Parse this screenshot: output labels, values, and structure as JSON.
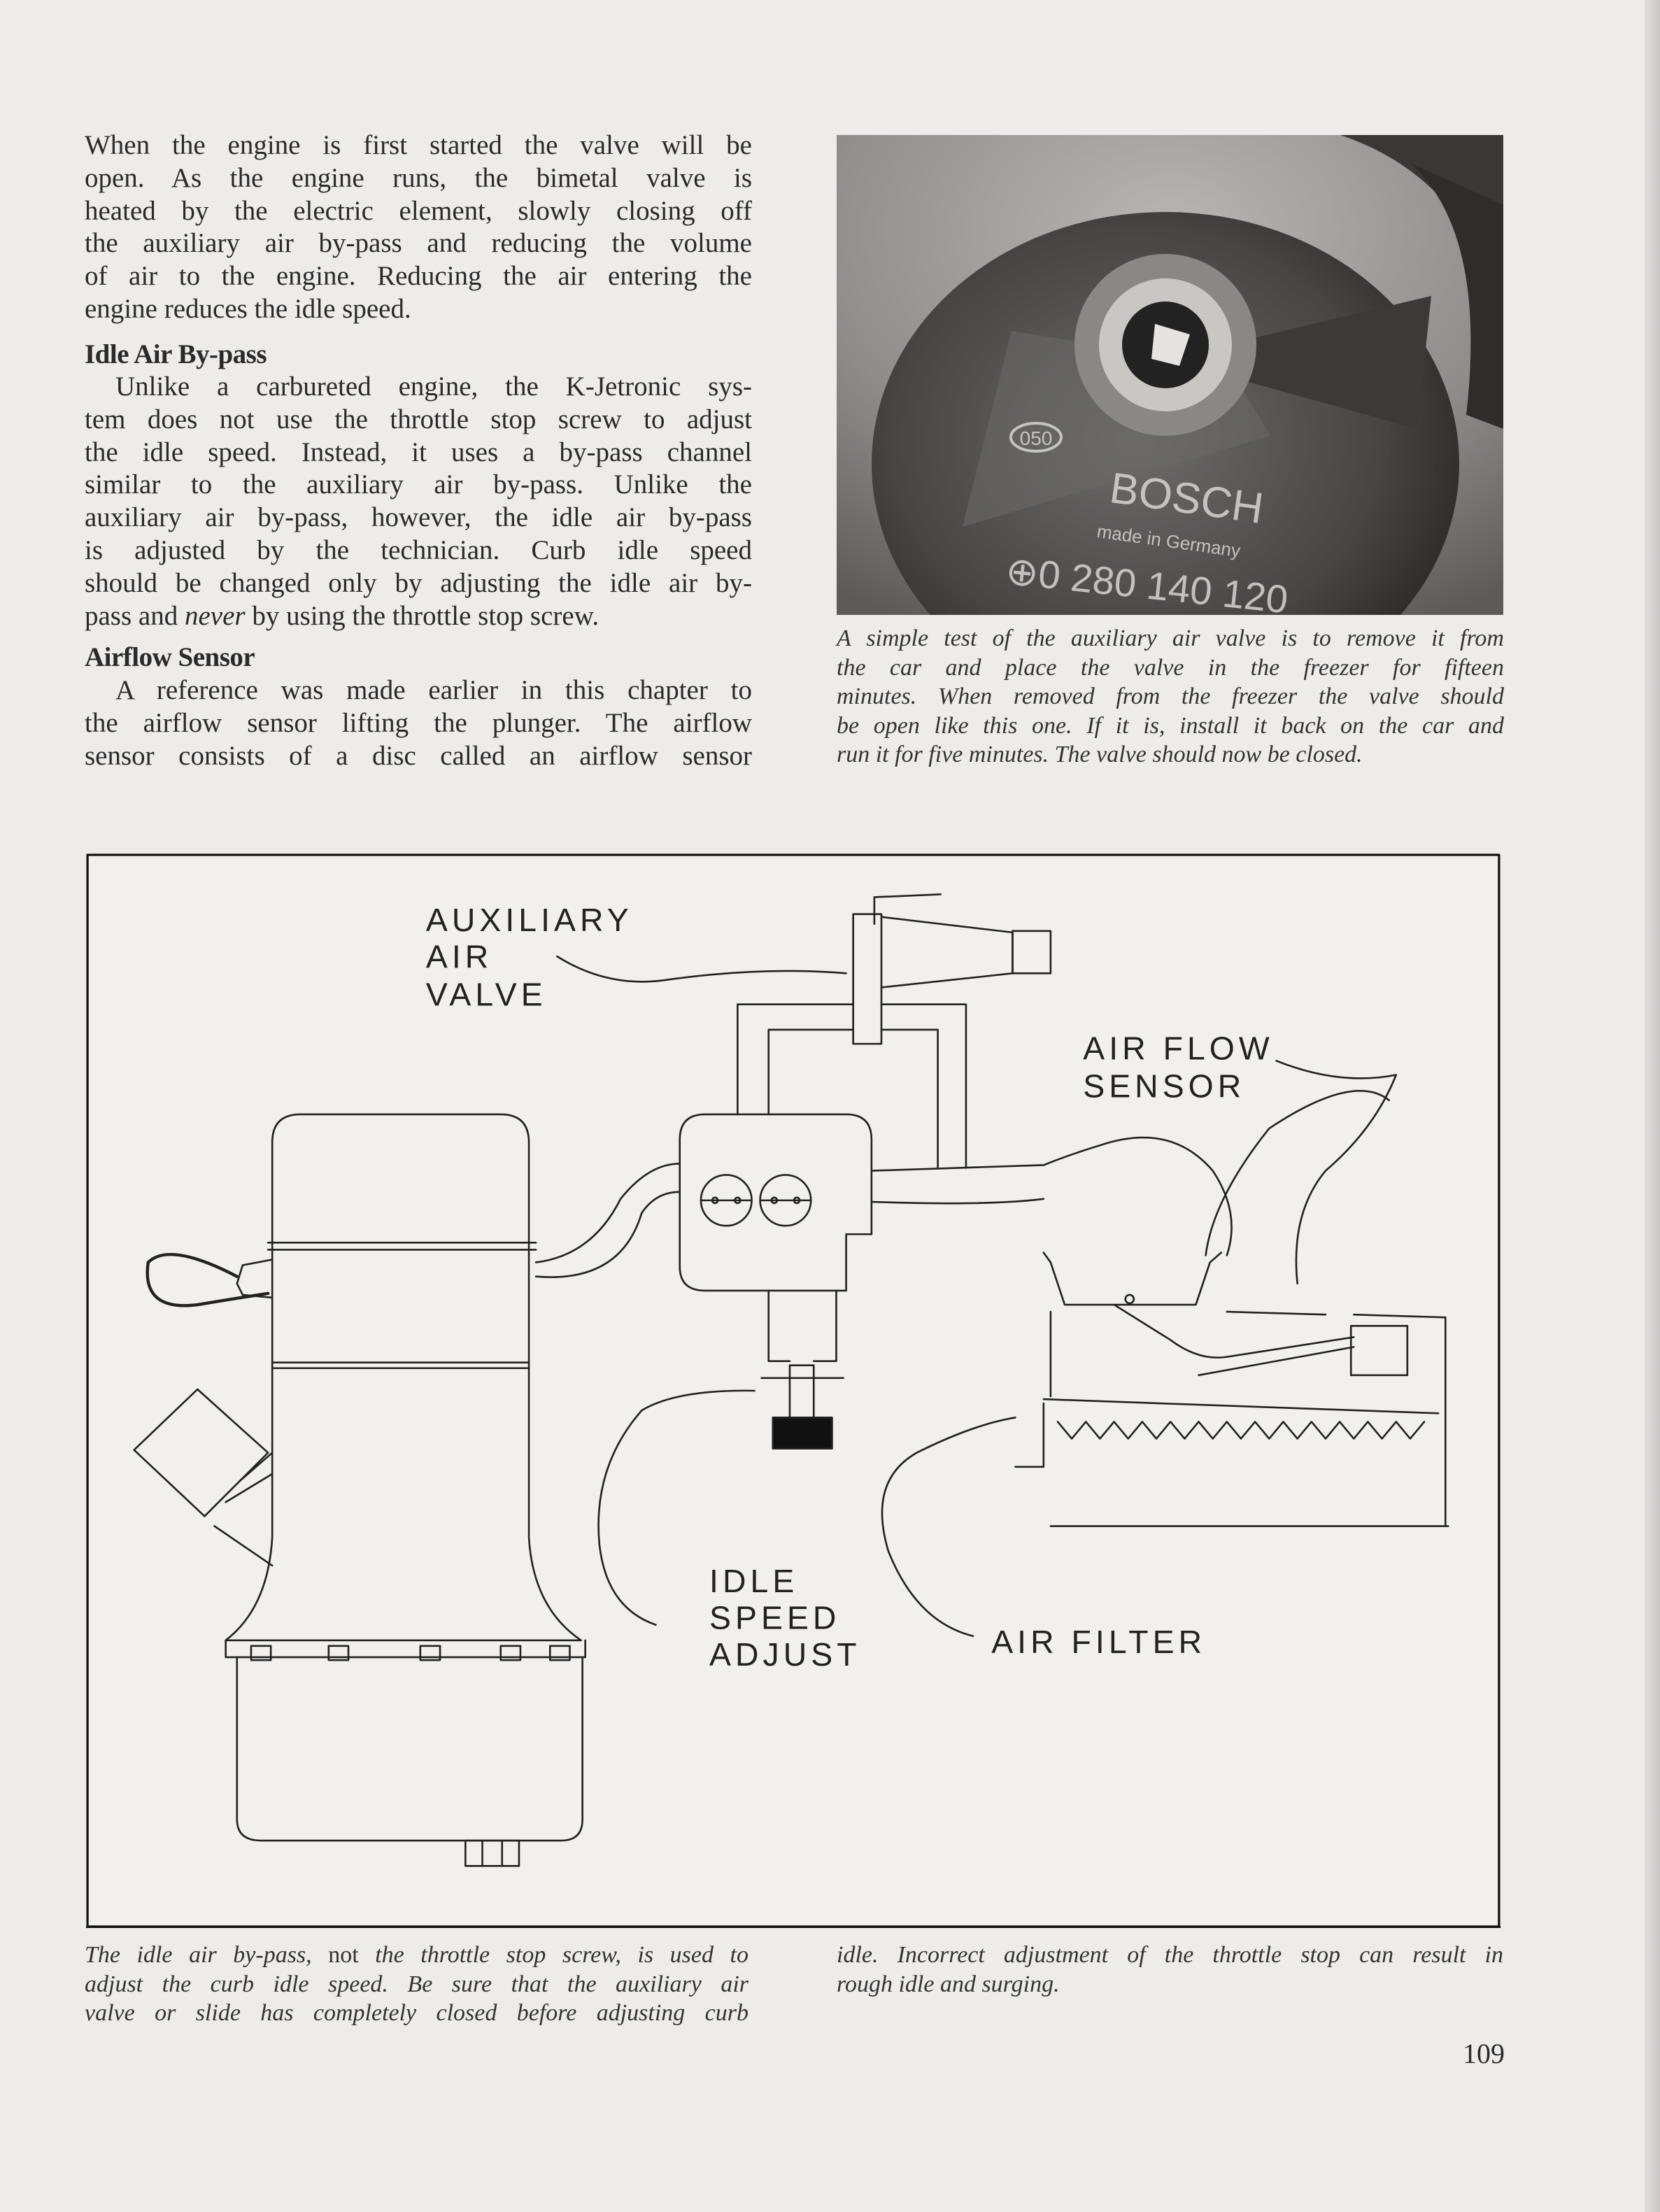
{
  "left_column": {
    "para1": [
      "When the engine is first started the valve will be",
      "open. As the engine runs, the bimetal valve is",
      "heated by the electric element, slowly closing off",
      "the auxiliary air by-pass and reducing the volume",
      "of air to the engine. Reducing the air entering the",
      "engine reduces the idle speed."
    ],
    "heading1": "Idle Air By-pass",
    "para2": [
      "Unlike a carbureted engine, the K-Jetronic sys-",
      "tem does not use the throttle stop screw to adjust",
      "the idle speed. Instead, it uses a by-pass channel",
      "similar to the auxiliary air by-pass. Unlike the",
      "auxiliary air by-pass, however, the idle air by-pass",
      "is adjusted by the technician. Curb idle speed",
      "should be changed only by adjusting the idle air by-"
    ],
    "para2_last": {
      "before": "pass and ",
      "italic": "never",
      "after": " by using the throttle stop screw."
    },
    "heading2": "Airflow Sensor",
    "para3": [
      "A reference was made earlier in this chapter to",
      "the airflow sensor lifting the plunger. The airflow",
      "sensor consists of a disc called an airflow sensor"
    ]
  },
  "photo": {
    "logo_text": "BOSCH",
    "made_in": "made in Germany",
    "part_number": "0 280 140 120",
    "stamp": "050"
  },
  "photo_caption": [
    "A simple test of the auxiliary air valve is to remove it from",
    "the car and place the valve in the freezer for fifteen",
    "minutes. When removed from the freezer the valve should",
    "be open like this one. If it is, install it back on the car and",
    "run it for five minutes. The valve should now be closed."
  ],
  "diagram": {
    "labels": {
      "aux_valve": [
        "AUXILIARY",
        "AIR",
        "VALVE"
      ],
      "air_flow_sensor": [
        "AIR FLOW",
        "SENSOR"
      ],
      "idle_speed_adjust": [
        "IDLE",
        "SPEED",
        "ADJUST"
      ],
      "air_filter": "AIR FILTER"
    }
  },
  "bottom_caption": {
    "left": {
      "line1_a": "The idle air by-pass, ",
      "line1_b": "not",
      "line1_c": " the throttle stop screw, is used to",
      "line2": "adjust the curb idle speed. Be sure that the auxiliary air",
      "line3": "valve or slide has completely closed before adjusting curb"
    },
    "right": [
      "idle. Incorrect adjustment of the throttle stop can result in",
      "rough idle and surging."
    ]
  },
  "page_number": "109"
}
